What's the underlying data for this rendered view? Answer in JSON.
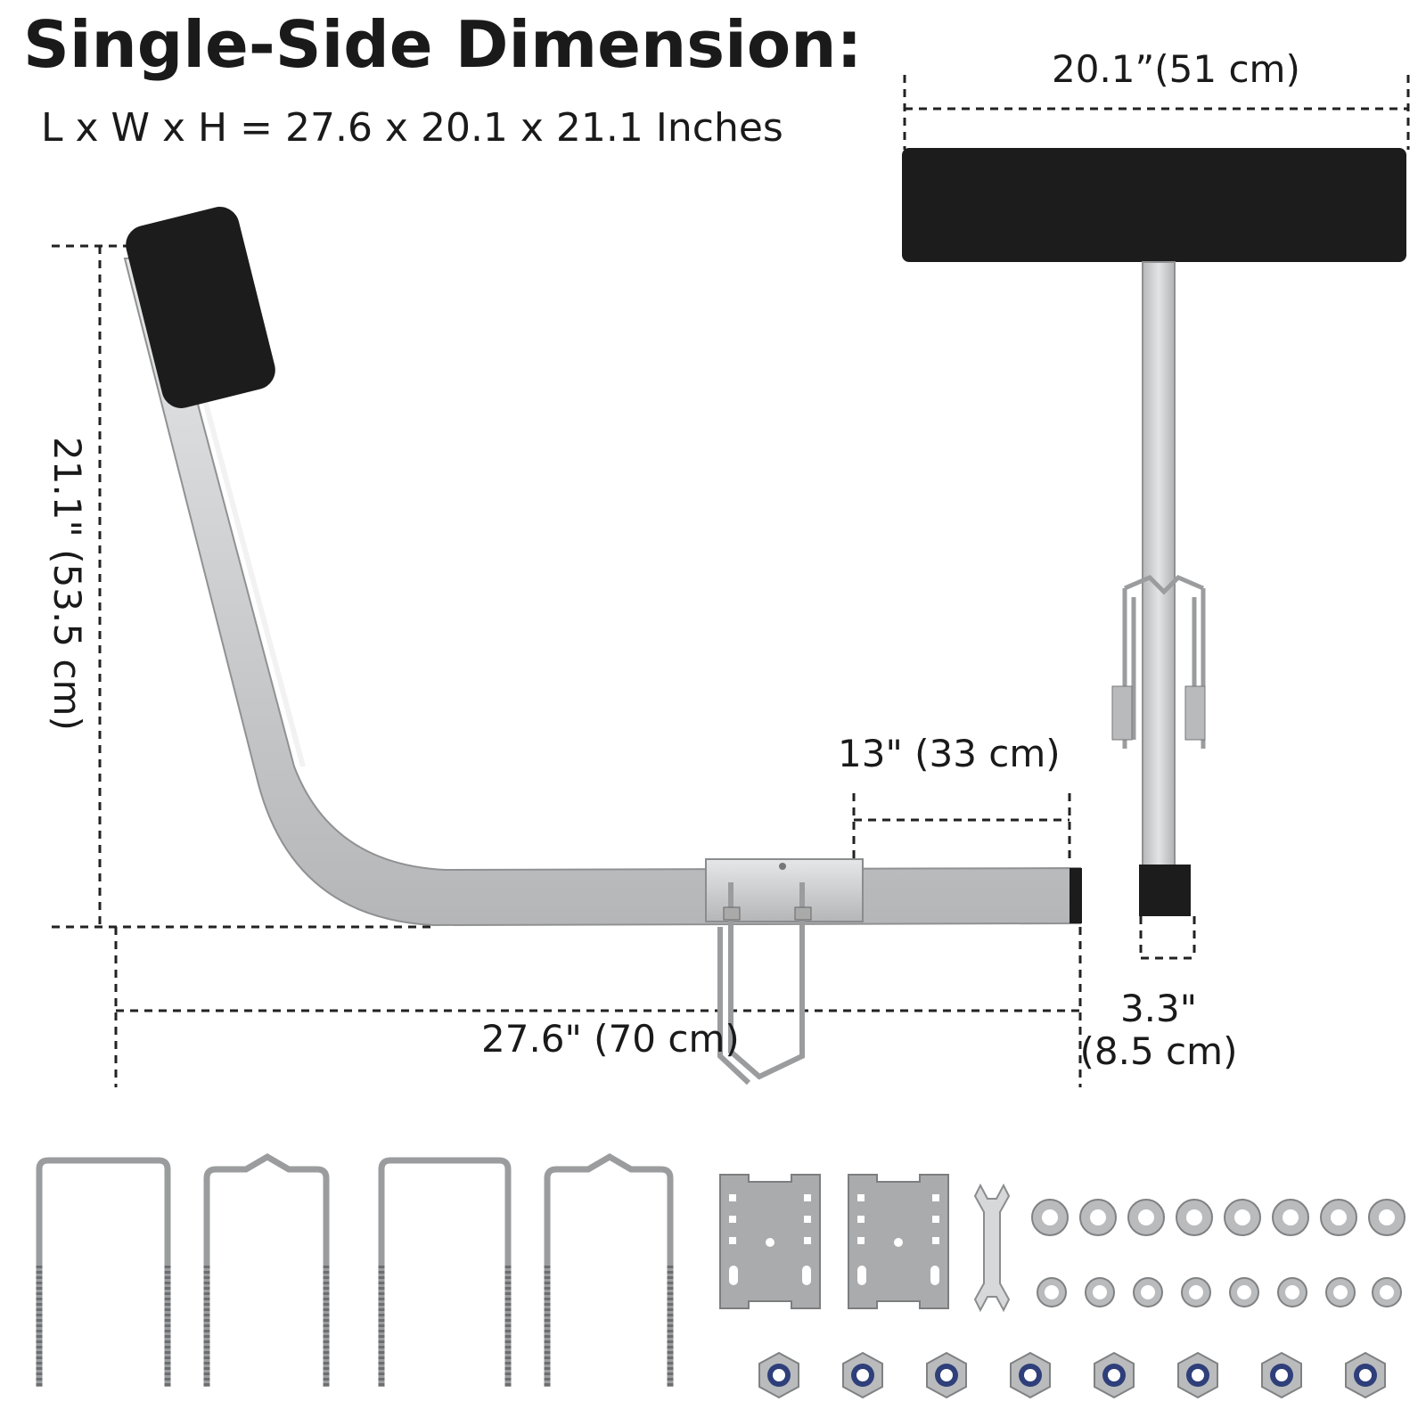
{
  "title": "Single-Side Dimension:",
  "subtitle": "L x W x H = 27.6 x 20.1 x 21.1 Inches",
  "dimensions": {
    "width_top": "20.1”(51 cm)",
    "height": "21.1\" (53.5 cm)",
    "length": "27.6\" (70 cm)",
    "bracket": "13\" (33 cm)",
    "tube_line1": "3.3\"",
    "tube_line2": "(8.5 cm)"
  },
  "colors": {
    "metal": "#c9cbcd",
    "pad": "#1c1c1c",
    "dash": "#222222"
  }
}
